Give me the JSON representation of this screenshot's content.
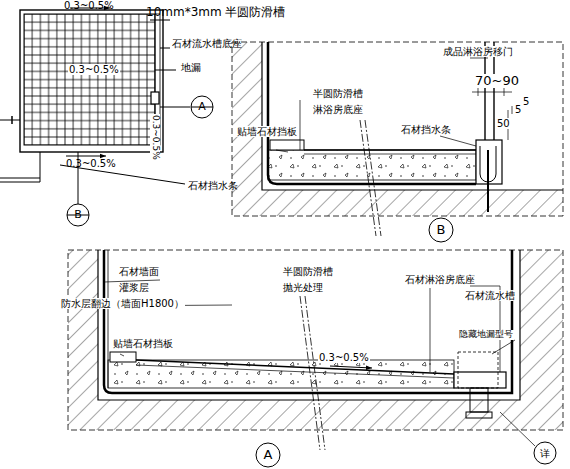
{
  "diagram": {
    "labels": [
      "0.3~0.5%",
      "10mm*3mm 半圆防滑槽",
      "石材流水槽底座",
      "地漏",
      "0.3~0.5%",
      "0.3~0.5%",
      "0.3~0.5%",
      "石材挡水条",
      "A",
      "B",
      "半圆防滑槽",
      "淋浴房底座",
      "成品淋浴房移门",
      "70~90",
      "5",
      "50",
      "5",
      "贴墙石材挡板",
      "石材挡水条",
      "B",
      "石材墙面",
      "灌浆层",
      "防水层翻边（墙面H1800）",
      "贴墙石材挡板",
      "半圆防滑槽",
      "抛光处理",
      "石材淋浴房底座",
      "石材流水槽",
      "0.3~0.5%",
      "隐藏地漏型号",
      "详",
      "A"
    ]
  }
}
